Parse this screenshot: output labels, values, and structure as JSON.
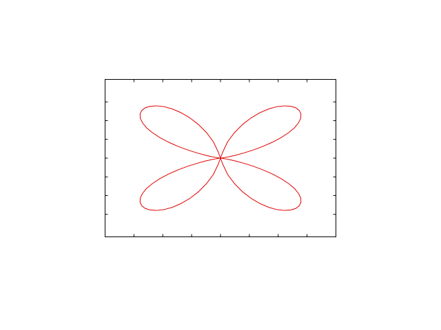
{
  "chart_data": {
    "type": "line",
    "title": "",
    "xlabel": "",
    "ylabel": "",
    "xlim": [
      -1,
      1
    ],
    "ylim": [
      -0.7,
      0.7
    ],
    "grid": false,
    "legend": "none",
    "tick_labels_shown": false,
    "x_ticks": [
      -0.75,
      -0.5,
      -0.25,
      0,
      0.25,
      0.5,
      0.75
    ],
    "y_ticks": [
      -0.5,
      -0.333,
      -0.167,
      0,
      0.167,
      0.333,
      0.5
    ],
    "series": [
      {
        "color": "#e00000",
        "x": [
          0,
          0.01,
          0.035,
          0.077,
          0.135,
          0.206,
          0.286,
          0.369,
          0.451,
          0.526,
          0.59,
          0.641,
          0.676,
          0.695,
          0.697,
          0.683,
          0.653,
          0.61,
          0.555,
          0.49,
          0.419,
          0.344,
          0.267,
          0.192,
          0.122,
          0.062,
          0.02,
          0,
          0,
          -0.02,
          -0.062,
          -0.122,
          -0.192,
          -0.267,
          -0.344,
          -0.419,
          -0.49,
          -0.555,
          -0.61,
          -0.653,
          -0.683,
          -0.697,
          -0.695,
          -0.676,
          -0.641,
          -0.59,
          -0.526,
          -0.451,
          -0.369,
          -0.286,
          -0.206,
          -0.135,
          -0.077,
          -0.035,
          -0.01,
          0,
          0,
          -0.01,
          -0.035,
          -0.077,
          -0.135,
          -0.206,
          -0.286,
          -0.369,
          -0.451,
          -0.526,
          -0.59,
          -0.641,
          -0.676,
          -0.695,
          -0.697,
          -0.683,
          -0.653,
          -0.61,
          -0.555,
          -0.49,
          -0.419,
          -0.344,
          -0.267,
          -0.192,
          -0.122,
          -0.062,
          -0.02,
          0,
          0,
          0.02,
          0.062,
          0.122,
          0.192,
          0.267,
          0.344,
          0.419,
          0.49,
          0.555,
          0.61,
          0.653,
          0.683,
          0.697,
          0.695,
          0.676,
          0.641,
          0.59,
          0.526,
          0.451,
          0.369,
          0.286,
          0.206,
          0.135,
          0.077,
          0.035,
          0.01,
          0
        ],
        "y": [
          0,
          0.001,
          0.005,
          0.013,
          0.027,
          0.047,
          0.073,
          0.105,
          0.142,
          0.183,
          0.226,
          0.27,
          0.314,
          0.355,
          0.392,
          0.423,
          0.447,
          0.461,
          0.465,
          0.458,
          0.438,
          0.405,
          0.359,
          0.3,
          0.228,
          0.146,
          0.055,
          0,
          0,
          0.055,
          0.146,
          0.228,
          0.3,
          0.359,
          0.405,
          0.438,
          0.458,
          0.465,
          0.461,
          0.447,
          0.423,
          0.392,
          0.355,
          0.314,
          0.27,
          0.226,
          0.183,
          0.142,
          0.105,
          0.073,
          0.047,
          0.027,
          0.013,
          0.005,
          0.001,
          0,
          0,
          -0.001,
          -0.005,
          -0.013,
          -0.027,
          -0.047,
          -0.073,
          -0.105,
          -0.142,
          -0.183,
          -0.226,
          -0.27,
          -0.314,
          -0.355,
          -0.392,
          -0.423,
          -0.447,
          -0.461,
          -0.465,
          -0.458,
          -0.438,
          -0.405,
          -0.359,
          -0.3,
          -0.228,
          -0.146,
          -0.055,
          0,
          0,
          -0.055,
          -0.146,
          -0.228,
          -0.3,
          -0.359,
          -0.405,
          -0.438,
          -0.458,
          -0.465,
          -0.461,
          -0.447,
          -0.423,
          -0.392,
          -0.355,
          -0.314,
          -0.27,
          -0.226,
          -0.183,
          -0.142,
          -0.105,
          -0.073,
          -0.047,
          -0.027,
          -0.013,
          -0.005,
          -0.001,
          0
        ]
      }
    ]
  }
}
